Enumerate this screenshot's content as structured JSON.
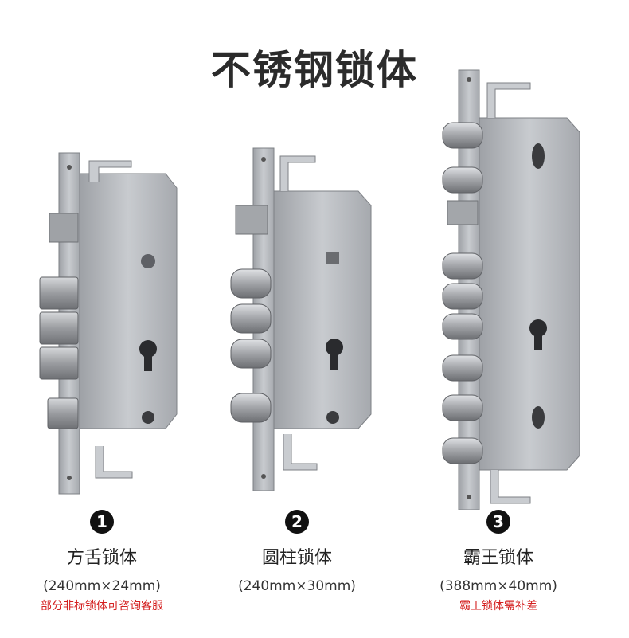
{
  "title": "不锈钢锁体",
  "products": [
    {
      "badge": "1",
      "name": "方舌锁体",
      "dims": "(240mm×24mm)",
      "note": "部分非标锁体可咨询客服"
    },
    {
      "badge": "2",
      "name": "圆柱锁体",
      "dims": "(240mm×30mm)",
      "note": ""
    },
    {
      "badge": "3",
      "name": "霸王锁体",
      "dims": "(388mm×40mm)",
      "note": "霸王锁体需补差"
    }
  ],
  "colors": {
    "steel": "#b9bcc0",
    "steel_dark": "#8d9096",
    "note_red": "#d42020"
  }
}
